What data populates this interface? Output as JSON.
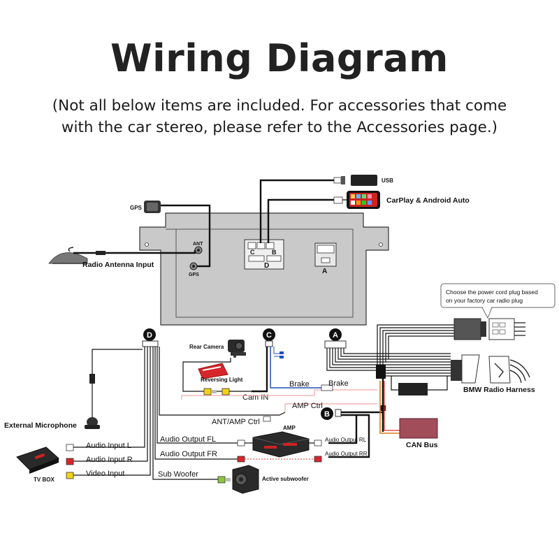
{
  "header": {
    "title": "Wiring Diagram",
    "subtitle_line1": "(Not all below items are included. For accessories that come",
    "subtitle_line2": "with the car stereo, please refer to the Accessories page.)"
  },
  "unit_ports": {
    "ant": "ANT",
    "gps": "GPS",
    "a": "A",
    "b": "B",
    "c": "C",
    "d": "D"
  },
  "connectors": {
    "a": "A",
    "b": "B",
    "c": "C",
    "d": "D"
  },
  "labels": {
    "usb": "USB",
    "carplay": "CarPlay & Android Auto",
    "gps": "GPS",
    "radio_antenna": "Radio Antenna Input",
    "power_note": "Choose the power cord plug based on your factory car radio plug",
    "bmw_harness": "BMW Radio Harness",
    "can_bus": "CAN Bus",
    "rear_camera": "Rear Camera",
    "reversing_light": "Reversing Light",
    "cam_in": "Cam IN",
    "brake_1": "Brake",
    "brake_2": "Brake",
    "amp_ctrl": "AMP Ctrl",
    "ant_amp_ctrl": "ANT/AMP Ctrl",
    "external_microphone": "External Microphone",
    "audio_input_l": "Audio Input L",
    "audio_input_r": "Audio Input R",
    "video_input": "Video Input",
    "tv_box": "TV BOX",
    "audio_output_fl": "Audio Output FL",
    "audio_output_fr": "Audio Output FR",
    "sub_woofer": "Sub Woofer",
    "amp": "AMP",
    "audio_output_rl": "Audio Output RL",
    "audio_output_rr": "Audio Output RR",
    "active_subwoofer": "Active subwoofer"
  },
  "colors": {
    "unit_body": "#c9c9c9",
    "wire": "#111111",
    "cable_blue": "#1f4fb4",
    "cable_orange": "#e07a1c",
    "cable_red": "#d9322a",
    "cable_pink": "#f2a9a9",
    "rca_yellow": "#f3d21a",
    "rca_red": "#d7262b",
    "rca_green": "#8cc63f",
    "rca_white": "#ffffff",
    "can_bus_box": "#a14d5a"
  },
  "icons": [
    "usb-stick-icon",
    "phone-icon",
    "gps-module-icon",
    "shark-fin-antenna-icon",
    "rear-camera-icon",
    "reversing-light-icon",
    "microphone-icon",
    "tv-box-icon",
    "amplifier-icon",
    "subwoofer-icon",
    "can-bus-box-icon",
    "iso-plug-icon",
    "bmw-connector-icon"
  ]
}
